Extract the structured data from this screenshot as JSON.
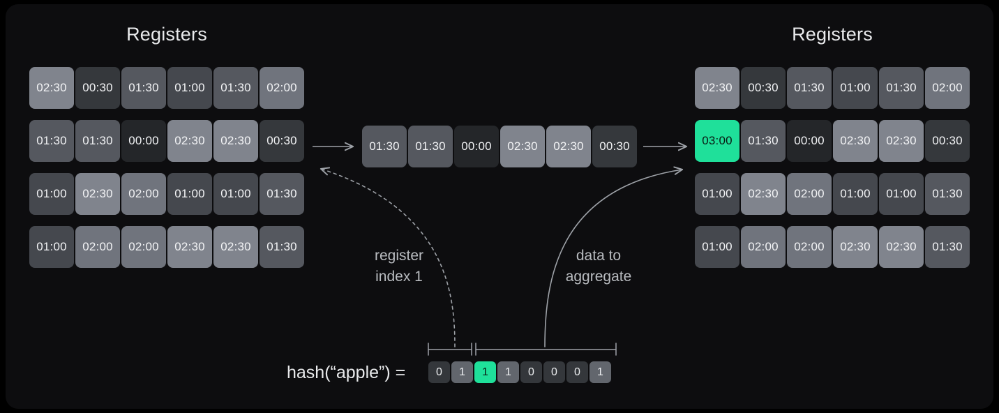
{
  "panel": {
    "background": "#0d0d0f"
  },
  "accent": "#1fe09a",
  "left": {
    "title": "Registers",
    "rows": [
      [
        "02:30",
        "00:30",
        "01:30",
        "01:00",
        "01:30",
        "02:00"
      ],
      [
        "01:30",
        "01:30",
        "00:00",
        "02:30",
        "02:30",
        "00:30"
      ],
      [
        "01:00",
        "02:30",
        "02:00",
        "01:00",
        "01:00",
        "01:30"
      ],
      [
        "01:00",
        "02:00",
        "02:00",
        "02:30",
        "02:30",
        "01:30"
      ]
    ]
  },
  "middle": {
    "row": [
      "01:30",
      "01:30",
      "00:00",
      "02:30",
      "02:30",
      "00:30"
    ],
    "highlighted_index": null
  },
  "right": {
    "title": "Registers",
    "rows": [
      [
        "02:30",
        "00:30",
        "01:30",
        "01:00",
        "01:30",
        "02:00"
      ],
      [
        "03:00",
        "01:30",
        "00:00",
        "02:30",
        "02:30",
        "00:30"
      ],
      [
        "01:00",
        "02:30",
        "02:00",
        "01:00",
        "01:00",
        "01:30"
      ],
      [
        "01:00",
        "02:00",
        "02:00",
        "02:30",
        "02:30",
        "01:30"
      ]
    ],
    "highlighted": {
      "row": 1,
      "col": 0,
      "value": "03:00"
    }
  },
  "annotations": {
    "register_index": "register\nindex 1",
    "data_to_aggregate": "data to\naggregate"
  },
  "hash": {
    "label": "hash(“apple”)  =",
    "bits": [
      "0",
      "1",
      "1",
      "1",
      "0",
      "0",
      "0",
      "1"
    ],
    "highlighted_bit_index": 2,
    "index_segment_bits": 2,
    "data_segment_bits": 6
  }
}
